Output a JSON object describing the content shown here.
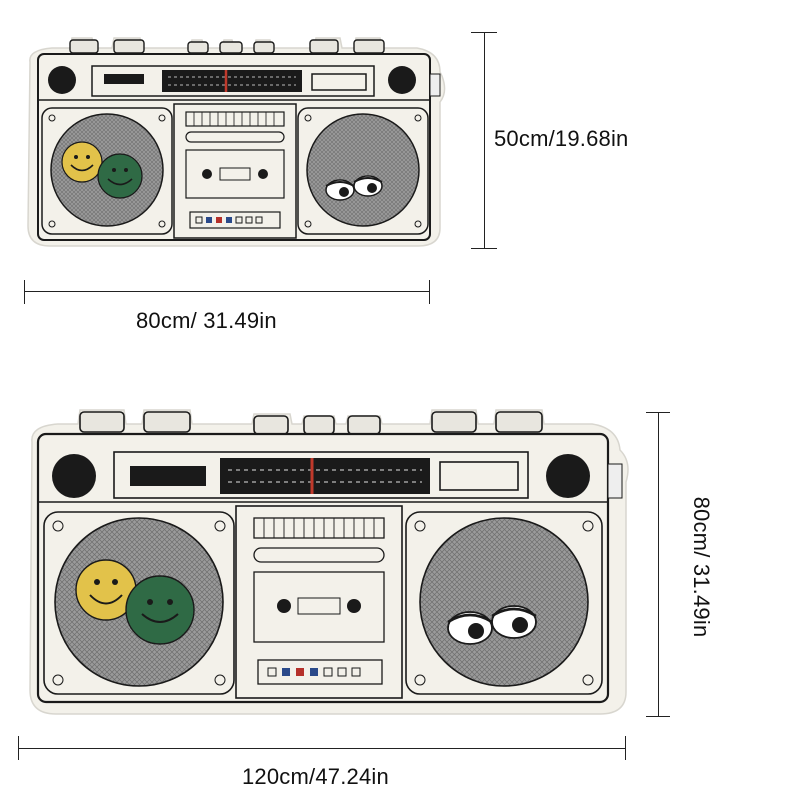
{
  "small_rug": {
    "height_label": "50cm/19.68in",
    "width_label": "80cm/ 31.49in"
  },
  "large_rug": {
    "height_label": "80cm/ 31.49in",
    "width_label": "120cm/47.24in"
  },
  "colors": {
    "rug_base": "#f4f2ec",
    "outline": "#1a1a1a",
    "speaker_mesh": "#8c8c8c",
    "smiley_yellow": "#e2c24a",
    "smiley_green": "#2f6a45",
    "tuner_red": "#c0392b",
    "led_blue": "#2b4a8a",
    "led_red": "#b5302a"
  }
}
